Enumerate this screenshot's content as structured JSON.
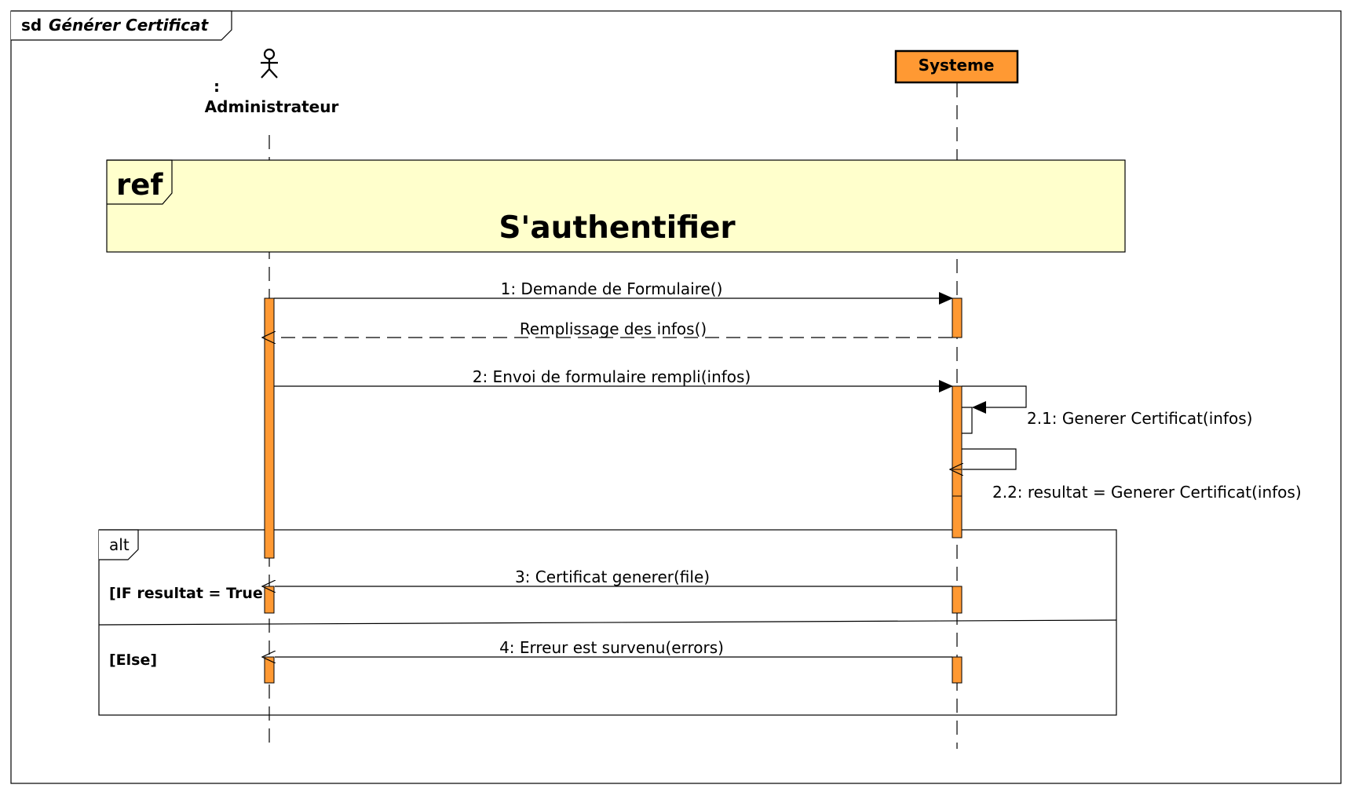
{
  "frame": {
    "keyword": "sd",
    "title": "Générer Certificat"
  },
  "lifelines": {
    "actor": {
      "colon": ":",
      "name": "Administrateur"
    },
    "system": {
      "name": "Systeme"
    }
  },
  "ref": {
    "keyword": "ref",
    "label": "S'authentifier"
  },
  "messages": {
    "m1": "1: Demande de Formulaire()",
    "m1_return": "Remplissage des infos()",
    "m2": "2: Envoi de formulaire rempli(infos)",
    "m2_1": "2.1: Generer Certificat(infos)",
    "m2_2": "2.2: resultat = Generer Certificat(infos)",
    "m3": "3: Certificat generer(file)",
    "m4": "4: Erreur est survenu(errors)"
  },
  "alt": {
    "keyword": "alt",
    "guard1": "[IF resultat = True",
    "guard2": "[Else]"
  },
  "colors": {
    "activation": "#FF9933",
    "ref_fill": "#FFFFCC",
    "line": "#000000"
  }
}
